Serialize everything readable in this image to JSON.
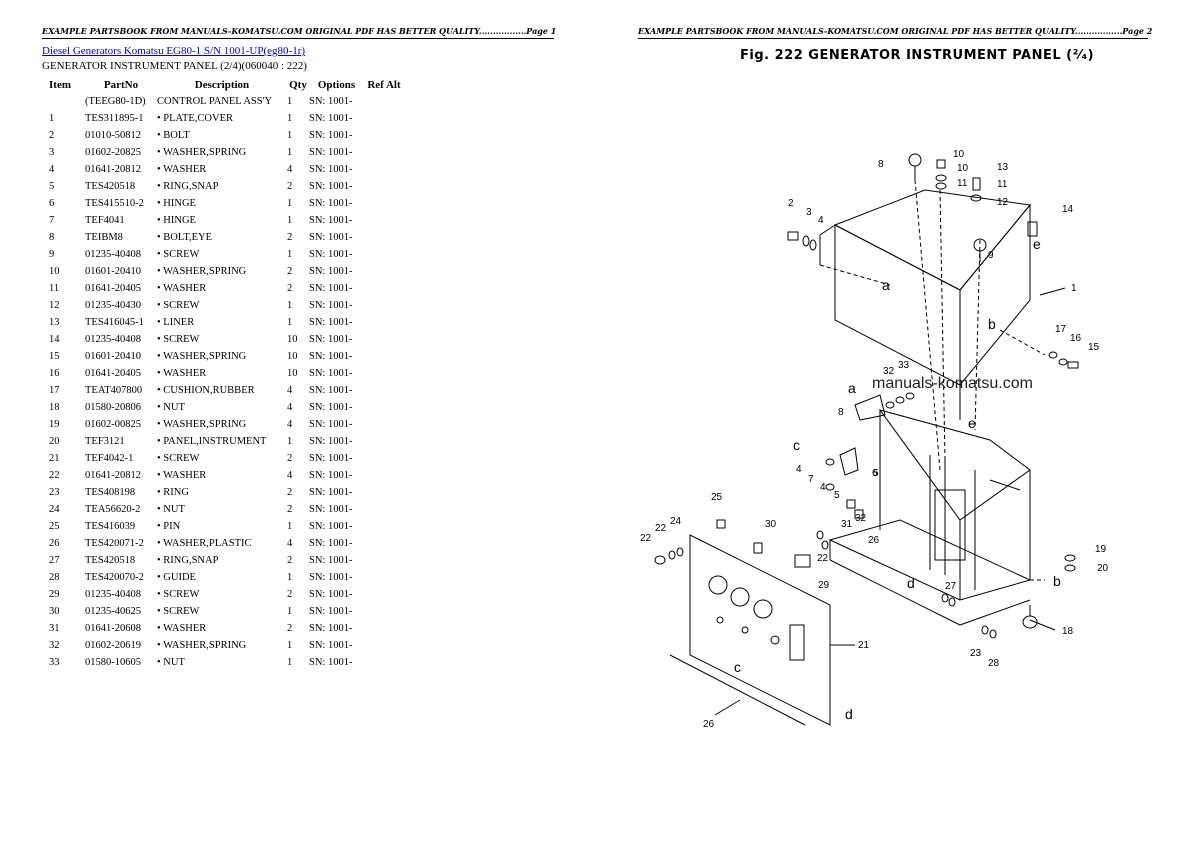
{
  "headers": {
    "page1": "EXAMPLE PARTSBOOK FROM MANUALS-KOMATSU.COM ORIGINAL PDF HAS BETTER QUALITY.................Page 1",
    "page2": "EXAMPLE PARTSBOOK FROM MANUALS-KOMATSU.COM ORIGINAL PDF HAS BETTER QUALITY.................Page 2"
  },
  "link_text": "Diesel Generators Komatsu EG80-1 S/N 1001-UP(eg80-1r)",
  "subtitle": "GENERATOR INSTRUMENT PANEL (2/4)(060040 : 222)",
  "columns": [
    "Item",
    "PartNo",
    "Description",
    "Qty",
    "Options",
    "Ref Alt"
  ],
  "rows": [
    [
      "",
      "(TEEG80-1D)",
      "CONTROL PANEL ASS'Y",
      "1",
      "SN: 1001-"
    ],
    [
      "1",
      "TES311895-1",
      "• PLATE,COVER",
      "1",
      "SN: 1001-"
    ],
    [
      "2",
      "01010-50812",
      "• BOLT",
      "1",
      "SN: 1001-"
    ],
    [
      "3",
      "01602-20825",
      "• WASHER,SPRING",
      "1",
      "SN: 1001-"
    ],
    [
      "4",
      "01641-20812",
      "• WASHER",
      "4",
      "SN: 1001-"
    ],
    [
      "5",
      "TES420518",
      "• RING,SNAP",
      "2",
      "SN: 1001-"
    ],
    [
      "6",
      "TES415510-2",
      "• HINGE",
      "1",
      "SN: 1001-"
    ],
    [
      "7",
      "TEF4041",
      "• HINGE",
      "1",
      "SN: 1001-"
    ],
    [
      "8",
      "TEIBM8",
      "• BOLT,EYE",
      "2",
      "SN: 1001-"
    ],
    [
      "9",
      "01235-40408",
      "• SCREW",
      "1",
      "SN: 1001-"
    ],
    [
      "10",
      "01601-20410",
      "• WASHER,SPRING",
      "2",
      "SN: 1001-"
    ],
    [
      "11",
      "01641-20405",
      "• WASHER",
      "2",
      "SN: 1001-"
    ],
    [
      "12",
      "01235-40430",
      "• SCREW",
      "1",
      "SN: 1001-"
    ],
    [
      "13",
      "TES416045-1",
      "• LINER",
      "1",
      "SN: 1001-"
    ],
    [
      "14",
      "01235-40408",
      "• SCREW",
      "10",
      "SN: 1001-"
    ],
    [
      "15",
      "01601-20410",
      "• WASHER,SPRING",
      "10",
      "SN: 1001-"
    ],
    [
      "16",
      "01641-20405",
      "• WASHER",
      "10",
      "SN: 1001-"
    ],
    [
      "17",
      "TEAT407800",
      "• CUSHION,RUBBER",
      "4",
      "SN: 1001-"
    ],
    [
      "18",
      "01580-20806",
      "• NUT",
      "4",
      "SN: 1001-"
    ],
    [
      "19",
      "01602-00825",
      "• WASHER,SPRING",
      "4",
      "SN: 1001-"
    ],
    [
      "20",
      "TEF3121",
      "• PANEL,INSTRUMENT",
      "1",
      "SN: 1001-"
    ],
    [
      "21",
      "TEF4042-1",
      "• SCREW",
      "2",
      "SN: 1001-"
    ],
    [
      "22",
      "01641-20812",
      "• WASHER",
      "4",
      "SN: 1001-"
    ],
    [
      "23",
      "TES408198",
      "• RING",
      "2",
      "SN: 1001-"
    ],
    [
      "24",
      "TEA56620-2",
      "• NUT",
      "2",
      "SN: 1001-"
    ],
    [
      "25",
      "TES416039",
      "• PIN",
      "1",
      "SN: 1001-"
    ],
    [
      "26",
      "TES420071-2",
      "• WASHER,PLASTIC",
      "4",
      "SN: 1001-"
    ],
    [
      "27",
      "TES420518",
      "• RING,SNAP",
      "2",
      "SN: 1001-"
    ],
    [
      "28",
      "TES420070-2",
      "• GUIDE",
      "1",
      "SN: 1001-"
    ],
    [
      "29",
      "01235-40408",
      "• SCREW",
      "2",
      "SN: 1001-"
    ],
    [
      "30",
      "01235-40625",
      "• SCREW",
      "1",
      "SN: 1001-"
    ],
    [
      "31",
      "01641-20608",
      "• WASHER",
      "2",
      "SN: 1001-"
    ],
    [
      "32",
      "01602-20619",
      "• WASHER,SPRING",
      "1",
      "SN: 1001-"
    ],
    [
      "33",
      "01580-10605",
      "• NUT",
      "1",
      "SN: 1001-"
    ]
  ],
  "figure": {
    "title": "Fig. 222   GENERATOR INSTRUMENT PANEL (²⁄₄)",
    "watermark": "manuals-komatsu.com",
    "callouts": [
      "1",
      "2",
      "3",
      "4",
      "4",
      "4",
      "5",
      "5",
      "6",
      "7",
      "8",
      "8",
      "9",
      "10",
      "10",
      "11",
      "11",
      "12",
      "13",
      "14",
      "15",
      "16",
      "17",
      "18",
      "19",
      "20",
      "21",
      "22",
      "22",
      "22",
      "23",
      "24",
      "25",
      "26",
      "26",
      "27",
      "28",
      "29",
      "30",
      "31",
      "32",
      "33"
    ],
    "letters": [
      "a",
      "a",
      "b",
      "b",
      "c",
      "c",
      "d",
      "d",
      "e",
      "e"
    ]
  }
}
